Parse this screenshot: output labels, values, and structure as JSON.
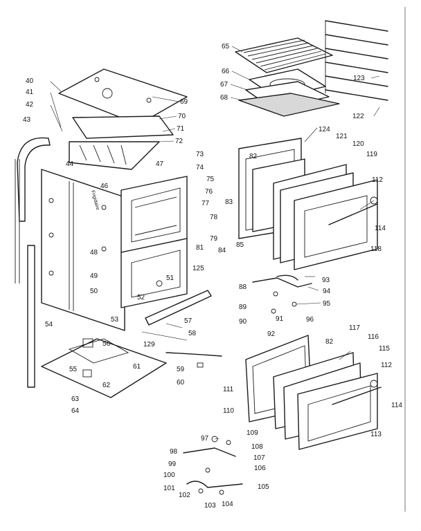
{
  "brand_text": "Frigidaire",
  "part_numbers": [
    "40",
    "41",
    "42",
    "43",
    "44",
    "46",
    "47",
    "48",
    "49",
    "50",
    "51",
    "52",
    "53",
    "54",
    "55",
    "56",
    "57",
    "58",
    "59",
    "60",
    "61",
    "62",
    "63",
    "64",
    "65",
    "66",
    "67",
    "68",
    "69",
    "70",
    "71",
    "72",
    "73",
    "74",
    "75",
    "76",
    "77",
    "78",
    "79",
    "81",
    "82",
    "83",
    "84",
    "85",
    "88",
    "89",
    "90",
    "91",
    "92",
    "93",
    "94",
    "95",
    "96",
    "97",
    "98",
    "99",
    "100",
    "101",
    "102",
    "103",
    "104",
    "105",
    "106",
    "107",
    "108",
    "109",
    "110",
    "111",
    "112",
    "113",
    "114",
    "115",
    "116",
    "117",
    "118",
    "119",
    "120",
    "121",
    "122",
    "123",
    "124",
    "125",
    "129"
  ]
}
